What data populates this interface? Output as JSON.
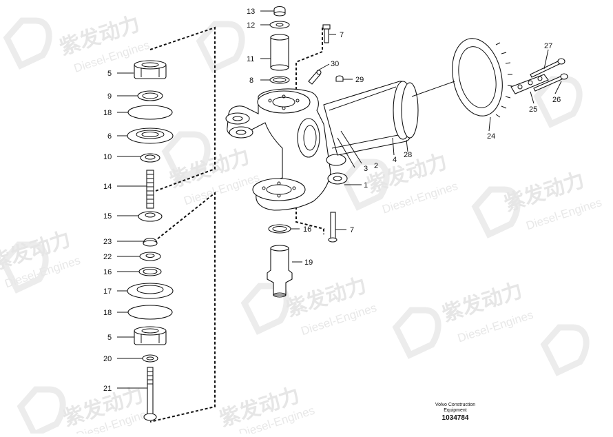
{
  "watermark": {
    "brand_cn": "紫发动力",
    "brand_en": "Diesel-Engines"
  },
  "caption": {
    "company": "Volvo Construction",
    "division": "Equipment",
    "drawing_number": "1034784"
  },
  "callouts": {
    "left_column": [
      "5",
      "9",
      "18",
      "6",
      "10",
      "14",
      "15",
      "23",
      "22",
      "16",
      "17",
      "18",
      "5",
      "20",
      "21"
    ],
    "upper_pin": [
      "13",
      "12",
      "11",
      "8"
    ],
    "upper_right": [
      "7",
      "30",
      "29"
    ],
    "knuckle": [
      "1",
      "2",
      "3",
      "4",
      "28"
    ],
    "lower": [
      "16",
      "7",
      "19"
    ],
    "ring_assembly": [
      "27",
      "26",
      "25",
      "24"
    ]
  }
}
